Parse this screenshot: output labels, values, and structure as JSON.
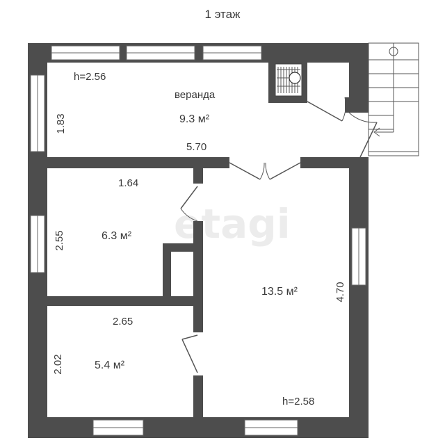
{
  "floor_title": "1 этаж",
  "watermark": "etagi",
  "colors": {
    "wall": "#4d4d4d",
    "text": "#3a3a3a",
    "line": "#555555"
  },
  "rooms": {
    "veranda": {
      "name": "веранда",
      "area": "9.3 м²",
      "ceiling": "h=2.56",
      "height_dim": "1.83",
      "width_dim": "5.70"
    },
    "room_a": {
      "area": "6.3 м²",
      "width_dim": "1.64",
      "height_dim": "2.55"
    },
    "room_b": {
      "area": "5.4 м²",
      "width_dim": "2.65",
      "height_dim": "2.02"
    },
    "room_c": {
      "area": "13.5 м²",
      "height_dim": "4.70",
      "ceiling": "h=2.58"
    }
  }
}
